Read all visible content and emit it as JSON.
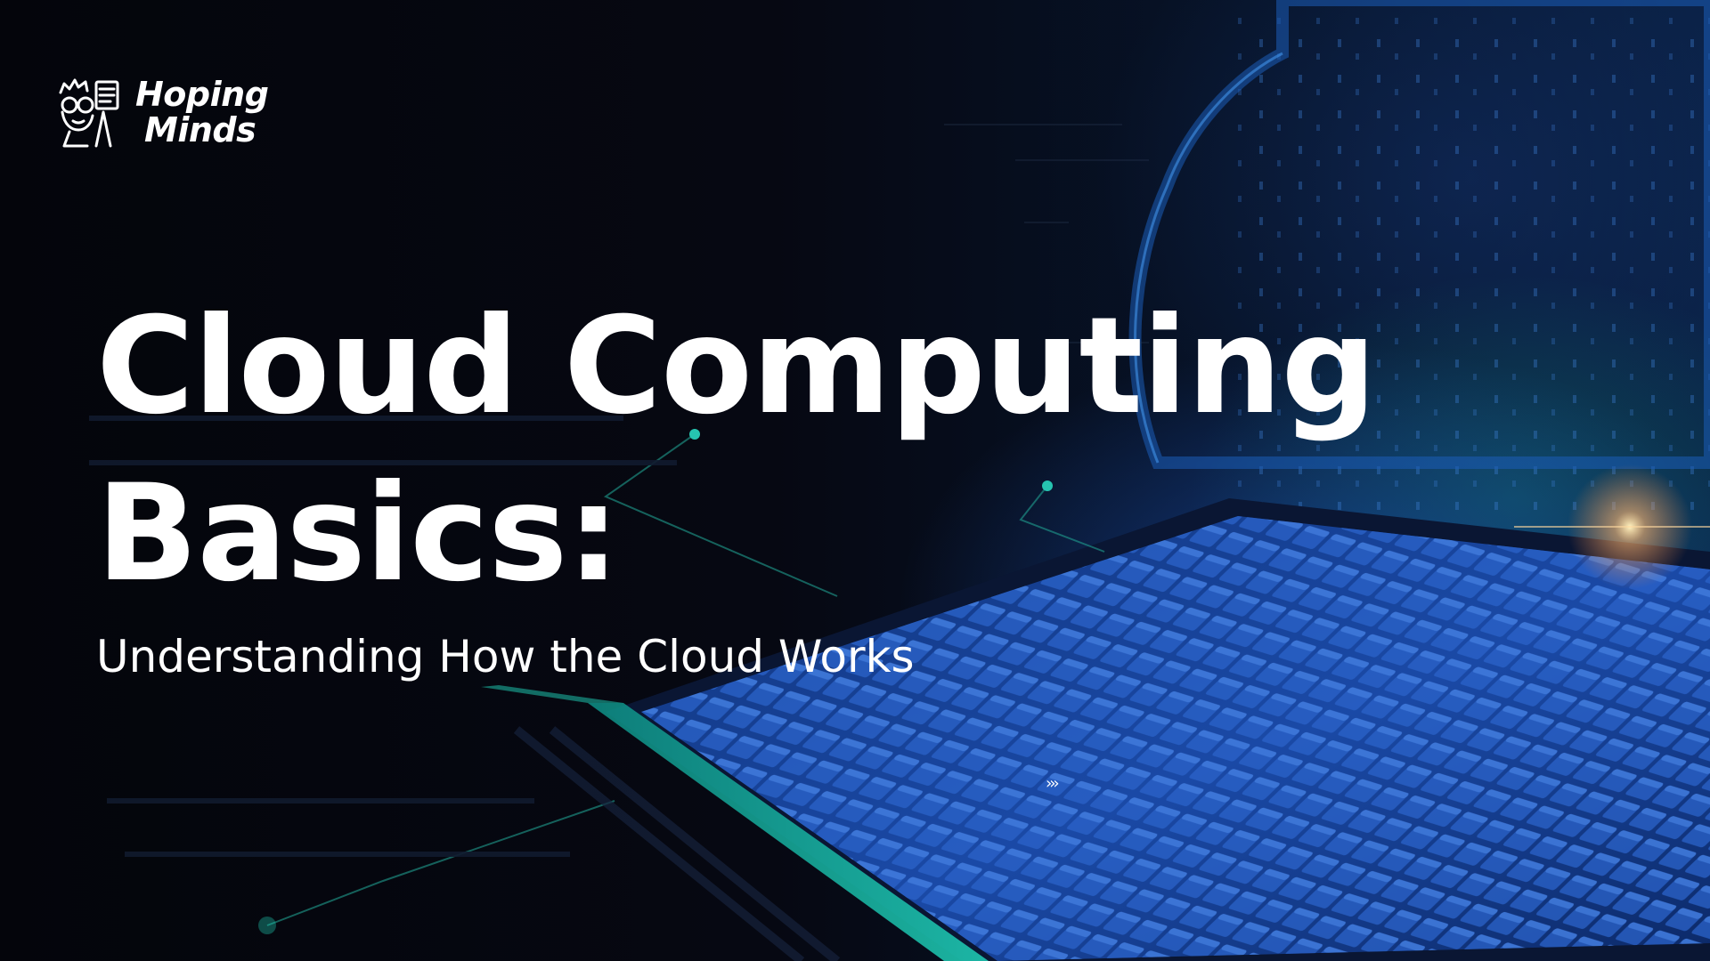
{
  "brand": {
    "name_line1": "Hoping",
    "name_line2": "Minds",
    "logo_icon": "cartoon-person-with-glasses-icon"
  },
  "hero": {
    "title_line1": "Cloud Computing",
    "title_line2": "Basics:",
    "subtitle": "Understanding How the Cloud Works"
  },
  "decor": {
    "arrows": "›››",
    "arrows_icon": "triple-chevron-right-icon",
    "background": "laptop-keyboard-with-cloud-and-digital-rain"
  },
  "colors": {
    "background": "#05060d",
    "text": "#ffffff",
    "accent_teal": "#1fd1b8",
    "accent_blue": "#2a6bd6"
  }
}
